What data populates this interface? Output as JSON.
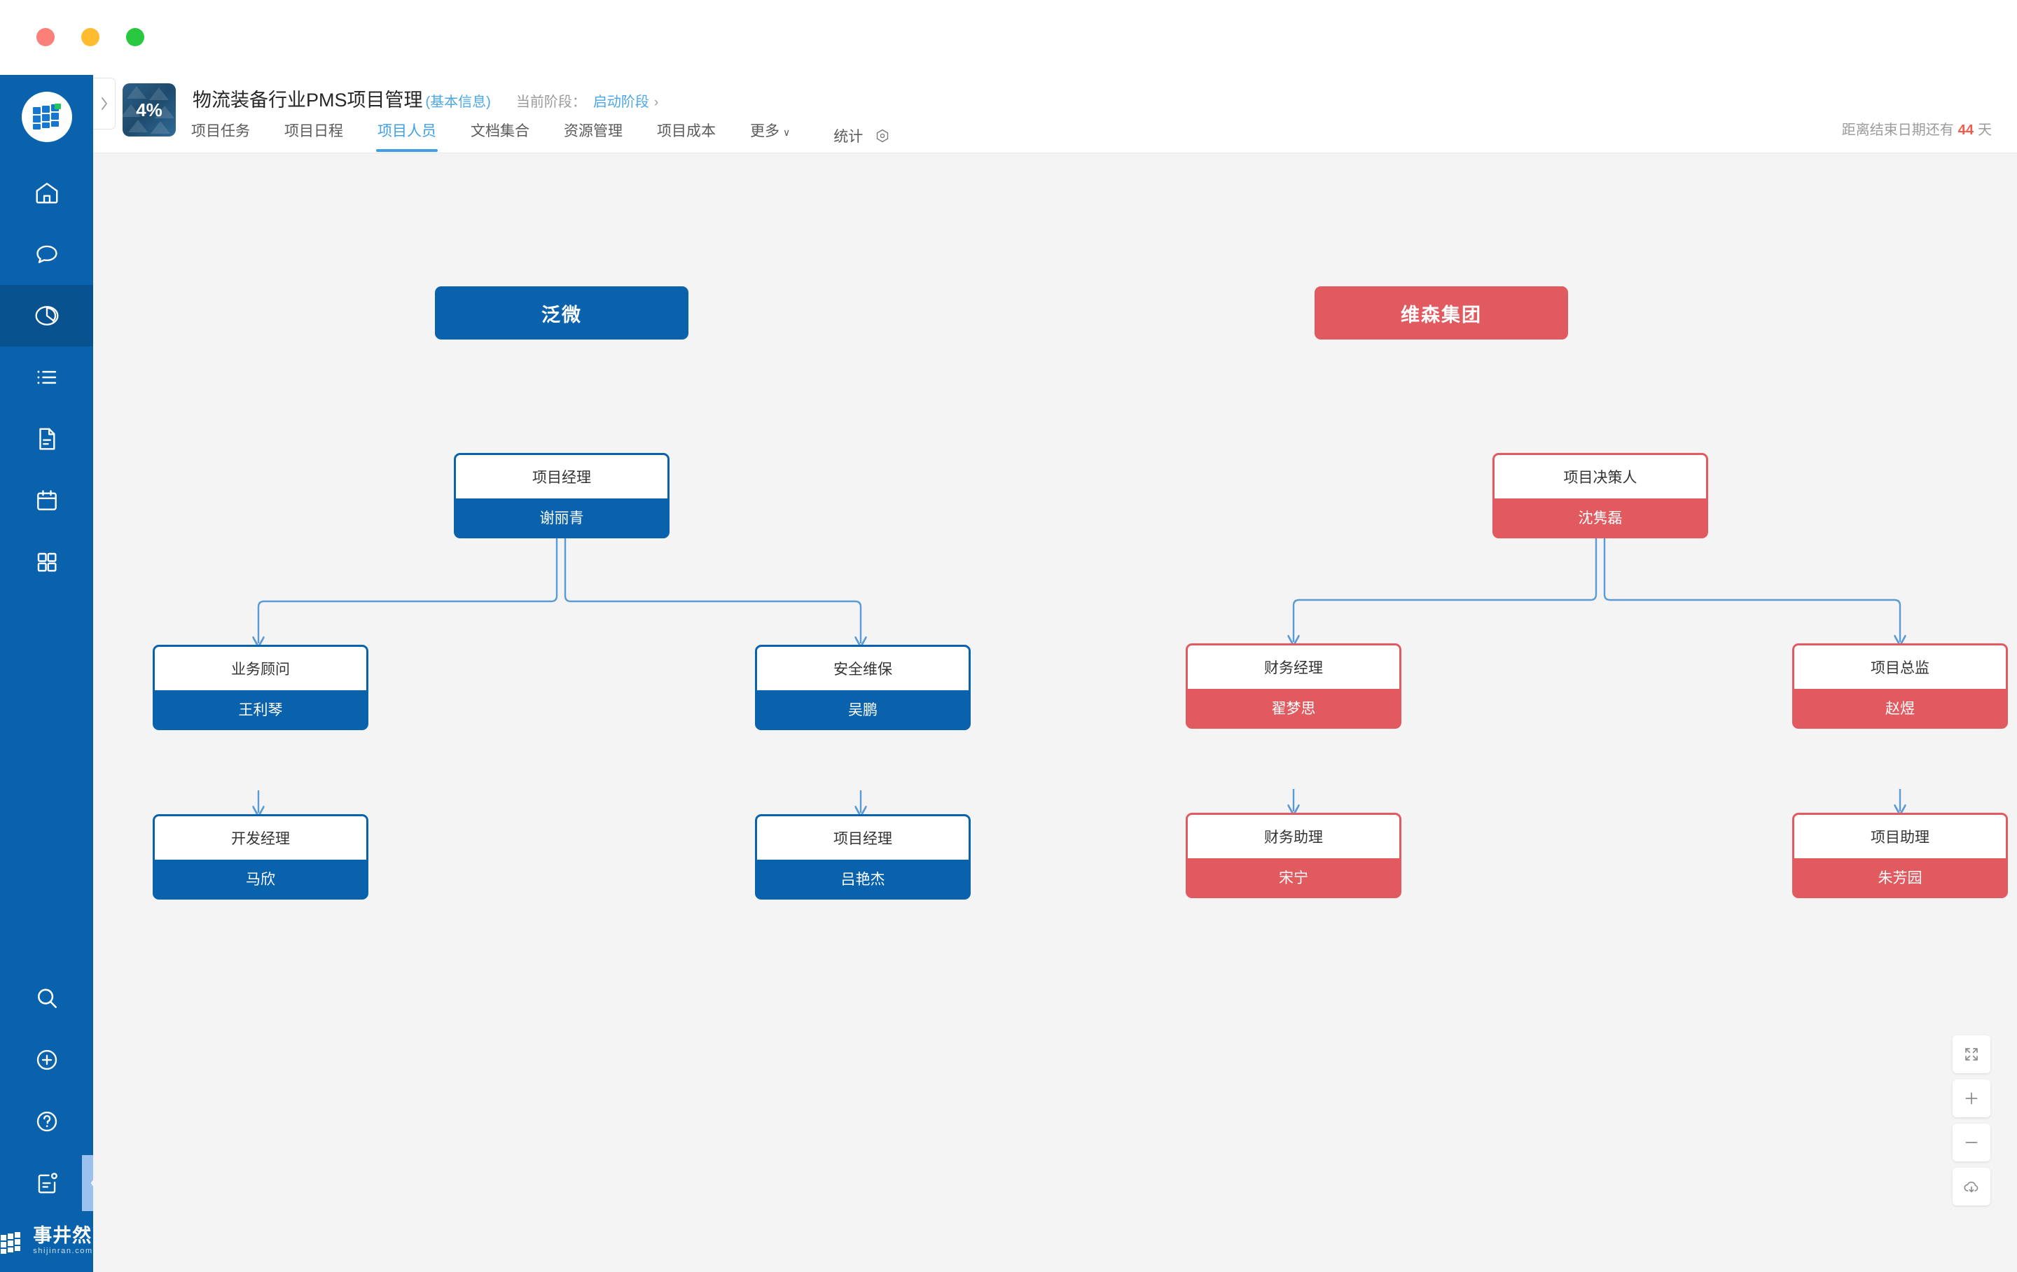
{
  "window": {
    "controls": [
      "close",
      "minimize",
      "maximize"
    ]
  },
  "sidebar": {
    "brand_icon": "grid-logo-icon",
    "top_items": [
      {
        "icon": "home-icon",
        "name": "home",
        "active": false
      },
      {
        "icon": "chat-bubble-icon",
        "name": "messages",
        "active": false
      },
      {
        "icon": "pie-clock-icon",
        "name": "projects",
        "active": true
      },
      {
        "icon": "list-icon",
        "name": "tasks",
        "active": false
      },
      {
        "icon": "document-icon",
        "name": "documents",
        "active": false
      },
      {
        "icon": "calendar-icon",
        "name": "calendar",
        "active": false
      },
      {
        "icon": "grid-apps-icon",
        "name": "apps",
        "active": false
      }
    ],
    "bottom_items": [
      {
        "icon": "search-icon",
        "name": "search"
      },
      {
        "icon": "plus-circle-icon",
        "name": "create"
      },
      {
        "icon": "question-circle-icon",
        "name": "help"
      },
      {
        "icon": "feedback-icon",
        "name": "feedback"
      }
    ],
    "footer": {
      "cn": "事井然",
      "en": "shijinran.com"
    },
    "collapse_icon": "chevron-left-icon"
  },
  "header": {
    "expand_icon": "chevron-right-icon",
    "avatar_percent": "4%",
    "project_title": "物流装备行业PMS项目管理",
    "project_subtitle": "(基本信息)",
    "stage_label": "当前阶段：",
    "stage_value": "启动阶段",
    "stage_caret": "›",
    "tabs": [
      {
        "label": "项目任务",
        "active": false
      },
      {
        "label": "项目日程",
        "active": false
      },
      {
        "label": "项目人员",
        "active": true
      },
      {
        "label": "文档集合",
        "active": false
      },
      {
        "label": "资源管理",
        "active": false
      },
      {
        "label": "项目成本",
        "active": false
      },
      {
        "label": "更多",
        "active": false,
        "caret": "∨"
      }
    ],
    "stat_label": "统计",
    "stat_icon": "target-icon",
    "deadline_prefix": "距离结束日期还有",
    "deadline_days": "44",
    "deadline_suffix": "天"
  },
  "colors": {
    "blue": "#0a62ad",
    "red": "#e15a5f",
    "connector": "#5b9bd5",
    "canvas": "#f4f4f4",
    "accent": "#3fa0e8",
    "danger": "#f15b4d"
  },
  "chart_data": {
    "type": "org-chart",
    "title": "项目人员",
    "groups": [
      {
        "id": "blue",
        "root": "泛微",
        "color": "#0a62ad",
        "nodes": [
          {
            "id": "b1",
            "role": "项目经理",
            "person": "谢丽青",
            "level": 1,
            "parent": "root"
          },
          {
            "id": "b2",
            "role": "业务顾问",
            "person": "王利琴",
            "level": 2,
            "parent": "b1"
          },
          {
            "id": "b3",
            "role": "安全维保",
            "person": "吴鹏",
            "level": 2,
            "parent": "b1"
          },
          {
            "id": "b4",
            "role": "开发经理",
            "person": "马欣",
            "level": 3,
            "parent": "b2"
          },
          {
            "id": "b5",
            "role": "项目经理",
            "person": "吕艳杰",
            "level": 3,
            "parent": "b3"
          }
        ]
      },
      {
        "id": "red",
        "root": "维森集团",
        "color": "#e15a5f",
        "nodes": [
          {
            "id": "r1",
            "role": "项目决策人",
            "person": "沈隽磊",
            "level": 1,
            "parent": "root"
          },
          {
            "id": "r2",
            "role": "财务经理",
            "person": "翟梦思",
            "level": 2,
            "parent": "r1"
          },
          {
            "id": "r3",
            "role": "项目总监",
            "person": "赵煜",
            "level": 2,
            "parent": "r1"
          },
          {
            "id": "r4",
            "role": "财务助理",
            "person": "宋宁",
            "level": 3,
            "parent": "r2"
          },
          {
            "id": "r5",
            "role": "项目助理",
            "person": "朱芳园",
            "level": 3,
            "parent": "r3"
          }
        ]
      }
    ]
  },
  "zoom_controls": [
    {
      "icon": "fullscreen-icon",
      "name": "fit-screen"
    },
    {
      "icon": "plus-icon",
      "name": "zoom-in"
    },
    {
      "icon": "minus-icon",
      "name": "zoom-out"
    },
    {
      "icon": "cloud-download-icon",
      "name": "download"
    }
  ]
}
